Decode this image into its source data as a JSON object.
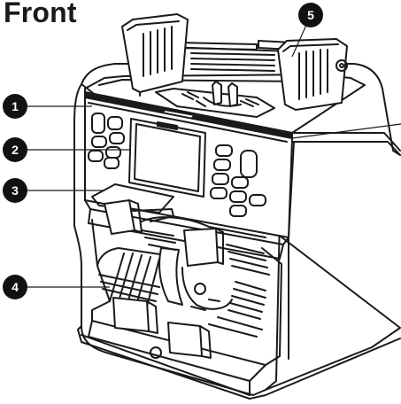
{
  "title": "Front",
  "callouts": [
    "1",
    "2",
    "3",
    "4",
    "5"
  ],
  "colors": {
    "line": "#1a1a1a",
    "callout_fill": "#111111",
    "callout_text": "#ffffff",
    "background": "#ffffff"
  },
  "icons": {
    "machine": "banknote-counter-illustration"
  }
}
